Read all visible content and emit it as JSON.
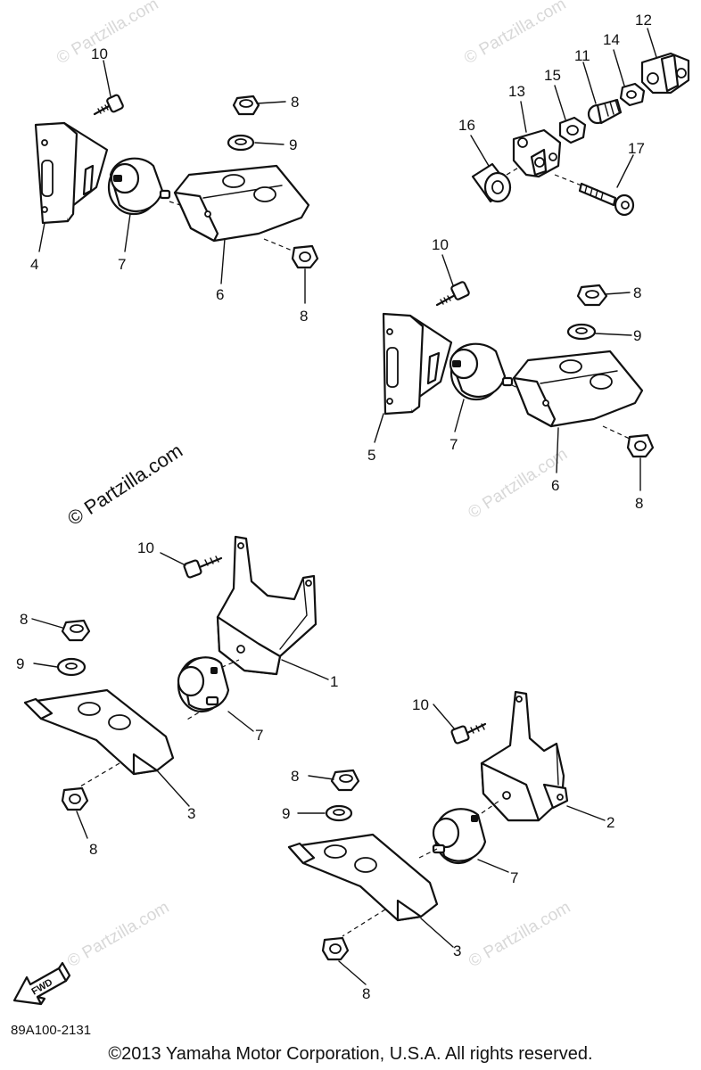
{
  "diagram": {
    "part_code": "89A100-2131",
    "copyright": "©2013 Yamaha Motor Corporation, U.S.A. All rights reserved.",
    "watermark": "© Partzilla.com",
    "forward_indicator": "FWD",
    "callouts": {
      "c1": "1",
      "c2": "2",
      "c3a": "3",
      "c3b": "3",
      "c4": "4",
      "c5": "5",
      "c6a": "6",
      "c6b": "6",
      "c7a": "7",
      "c7b": "7",
      "c7c": "7",
      "c7d": "7",
      "c8a": "8",
      "c8b": "8",
      "c8c": "8",
      "c8d": "8",
      "c8e": "8",
      "c8f": "8",
      "c8g": "8",
      "c8h": "8",
      "c9a": "9",
      "c9b": "9",
      "c9c": "9",
      "c9d": "9",
      "c10a": "10",
      "c10b": "10",
      "c10c": "10",
      "c10d": "10",
      "c11": "11",
      "c12": "12",
      "c13": "13",
      "c14": "14",
      "c15": "15",
      "c16": "16",
      "c17": "17"
    }
  }
}
